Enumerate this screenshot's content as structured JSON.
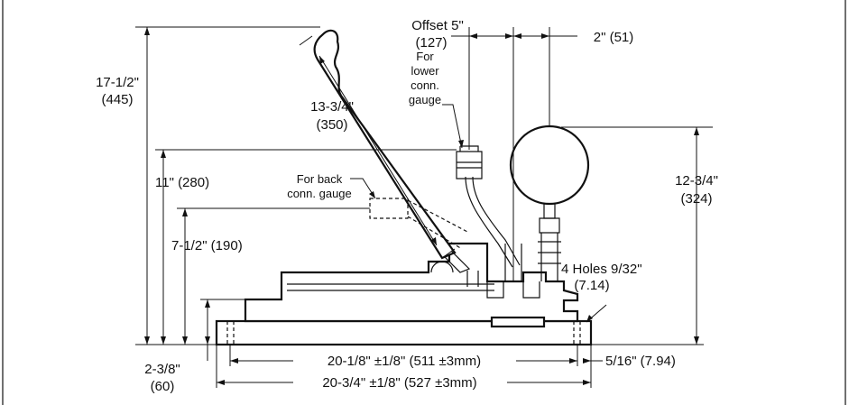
{
  "dimensions": {
    "height_total": "17-1/2\"",
    "height_total_mm": "(445)",
    "handle_length": "13-3/4\"",
    "handle_length_mm": "(350)",
    "lower_gauge_height": "11\" (280)",
    "back_gauge_height": "7-1/2\" (190)",
    "base_height": "2-3/8\"",
    "base_height_mm": "(60)",
    "offset": "Offset 5\"",
    "offset_mm": "(127)",
    "gauge_spacing": "2\" (51)",
    "gauge_height": "12-3/4\"",
    "gauge_height_mm": "(324)",
    "holes": "4 Holes 9/32\"",
    "holes_mm": "(7.14)",
    "hole_spacing": "20-1/8\" ±1/8\" (511 ±3mm)",
    "overall_length": "20-3/4\" ±1/8\" (527 ±3mm)",
    "edge_offset": "5/16\" (7.94)"
  },
  "notes": {
    "lower_gauge": [
      "For",
      "lower",
      "conn.",
      "gauge"
    ],
    "back_gauge": [
      "For back",
      "conn. gauge"
    ]
  }
}
